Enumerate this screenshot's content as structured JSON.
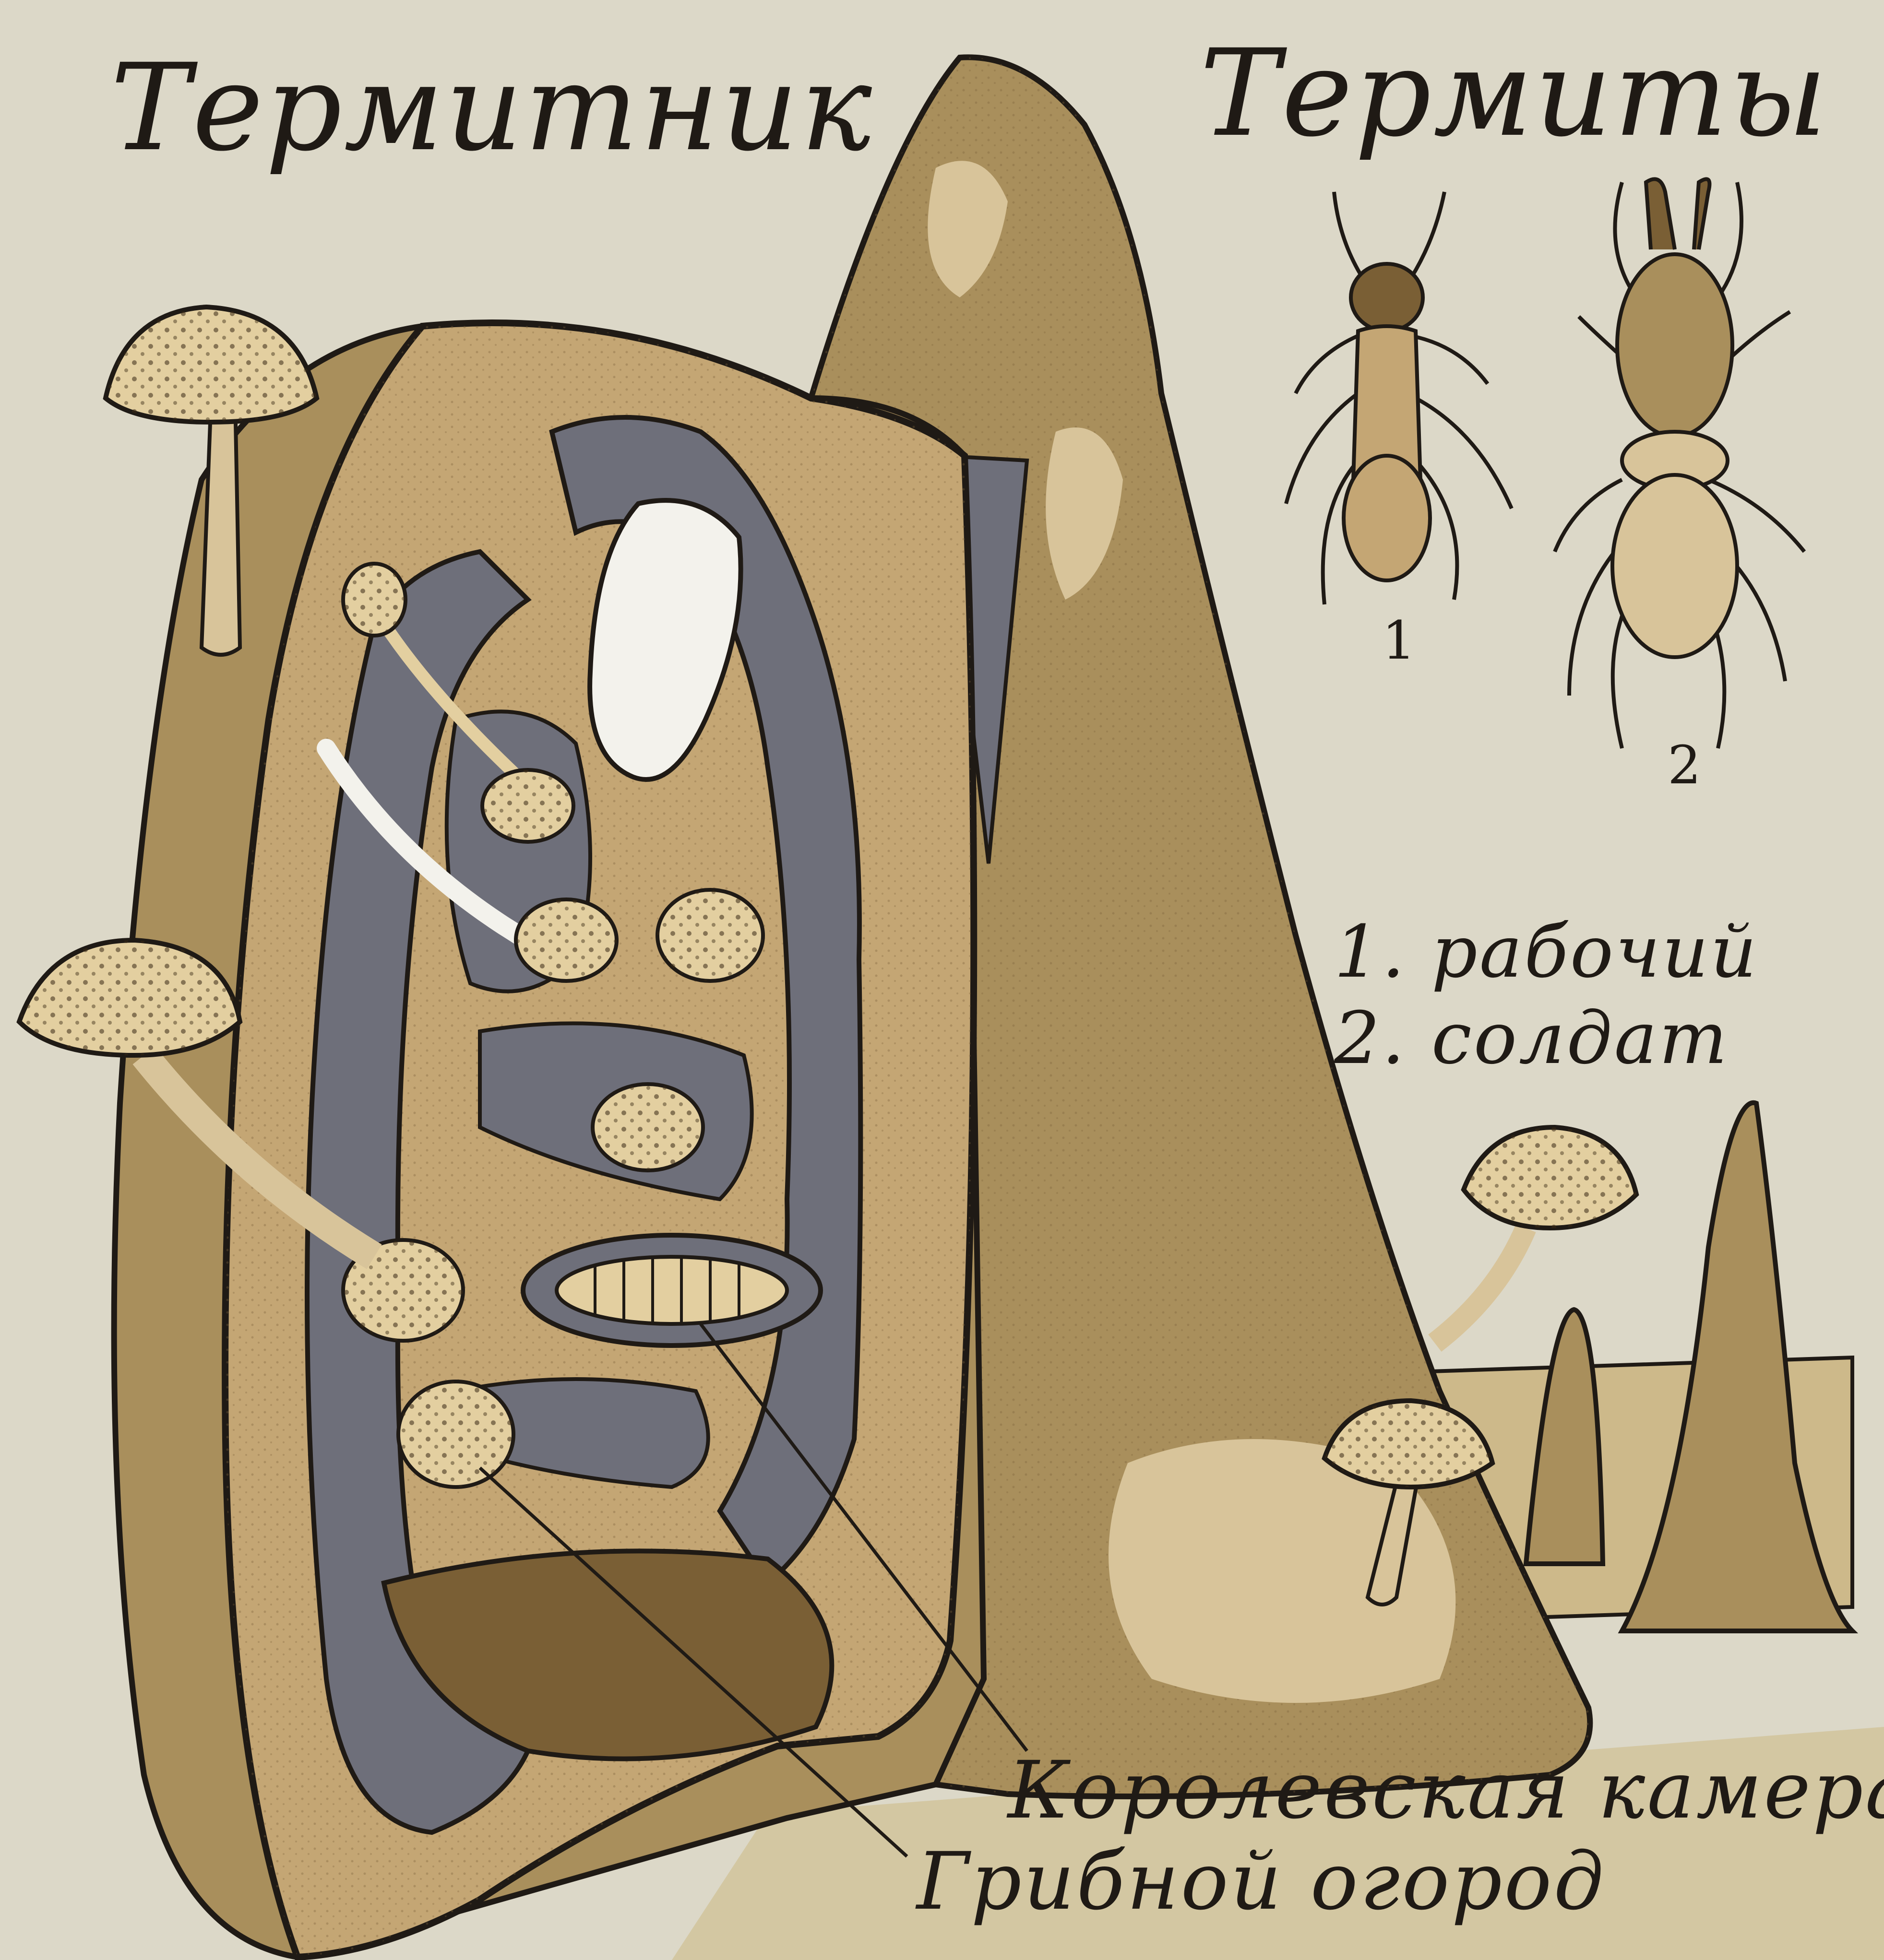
{
  "titles": {
    "termite_mound": "Термитник",
    "termites": "Термиты"
  },
  "termite_figures": {
    "worker_number": "1",
    "soldier_number": "2"
  },
  "legend": {
    "item_1": "1. рабочий",
    "item_2": "2. солдат"
  },
  "callouts": {
    "royal_chamber": "Королевская камера",
    "fungus_garden": "Грибной огород"
  },
  "colors": {
    "paper": "#dcd8c8",
    "mound": "#a98f5c",
    "cut_face": "#c4a674",
    "tunnels": "#6e6f7a",
    "ink": "#1f1a15",
    "fungus": "#e3cfa0"
  }
}
